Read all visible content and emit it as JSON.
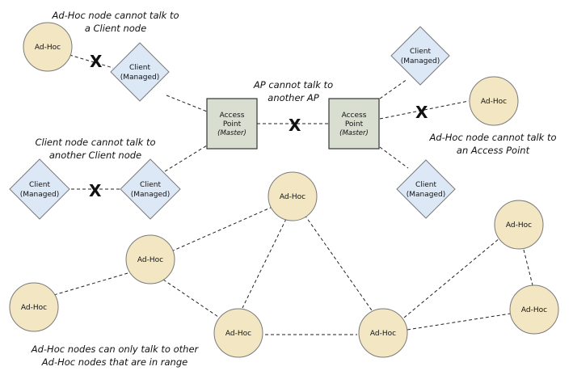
{
  "nodes": {
    "adhoc_label": "Ad-Hoc",
    "client_label": "Client",
    "client_role": "(Managed)",
    "ap_label_line1": "Access",
    "ap_label_line2": "Point",
    "ap_role": "(Master)"
  },
  "blocked_mark": "X",
  "annotations": {
    "adhoc_client": [
      "Ad-Hoc node cannot talk to",
      "a Client node"
    ],
    "ap_ap": [
      "AP cannot talk to",
      "another AP"
    ],
    "client_client": [
      "Client node cannot talk to",
      "another Client node"
    ],
    "adhoc_ap": [
      "Ad-Hoc node cannot talk to",
      "an Access Point"
    ],
    "adhoc_range": [
      "Ad-Hoc nodes can only talk to other",
      "Ad-Hoc nodes that are in range"
    ]
  }
}
